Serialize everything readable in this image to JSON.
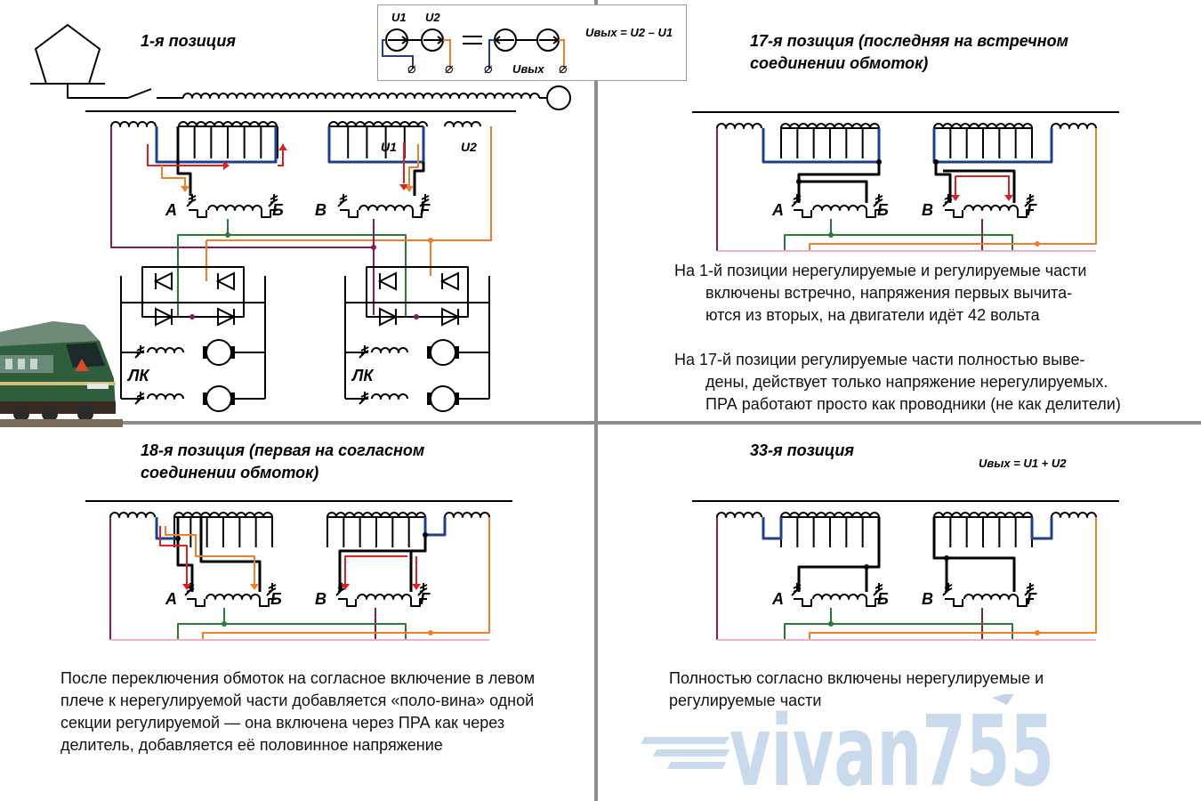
{
  "q1": {
    "title": "1-я  позиция"
  },
  "q2": {
    "title": "17-я  позиция  (последняя на встречном\n          соединении обмоток)",
    "para1": {
      "first": "На 1-й позиции нерегулируемые и регулируемые части",
      "rest": [
        "включены встречно, напряжения первых вычита-",
        "ются из вторых, на двигатели идёт 42 вольта"
      ]
    },
    "para2": {
      "first": "На 17-й позиции регулируемые части полностью выве-",
      "rest": [
        "дены, действует только напряжение нерегулируемых.",
        "ПРА работают просто как проводники (не как делители)"
      ]
    }
  },
  "q3": {
    "title": "18-я  позиция  (первая на согласном\n              соединении обмоток)",
    "para": "После переключения обмоток на согласное включение в левом плече к нерегулируемой части добавляется «поло-вина» одной секции регулируемой — она включена через ПРА как через делитель, добавляется её половинное напряжение"
  },
  "q4": {
    "title": "33-я  позиция",
    "formula": "Uвых = U1 + U2",
    "para": "Полностью согласно включены нерегулируемые и регулируемые части"
  },
  "legend": {
    "formula": "Uвых = U2 – U1",
    "u1": "U1",
    "u2": "U2",
    "uout": "Uвых"
  },
  "labels": {
    "A": "А",
    "B": "Б",
    "V": "В",
    "G": "Г",
    "LK": "ЛК",
    "U1": "U1",
    "U2": "U2"
  },
  "watermark": "vivan755",
  "colors": {
    "blue": "#1f3f8c",
    "red": "#e02020",
    "orange": "#f07d2a",
    "green": "#2a7a3a",
    "purple": "#8a1a5a",
    "pink": "#e9b0c8",
    "divider": "#808080"
  }
}
